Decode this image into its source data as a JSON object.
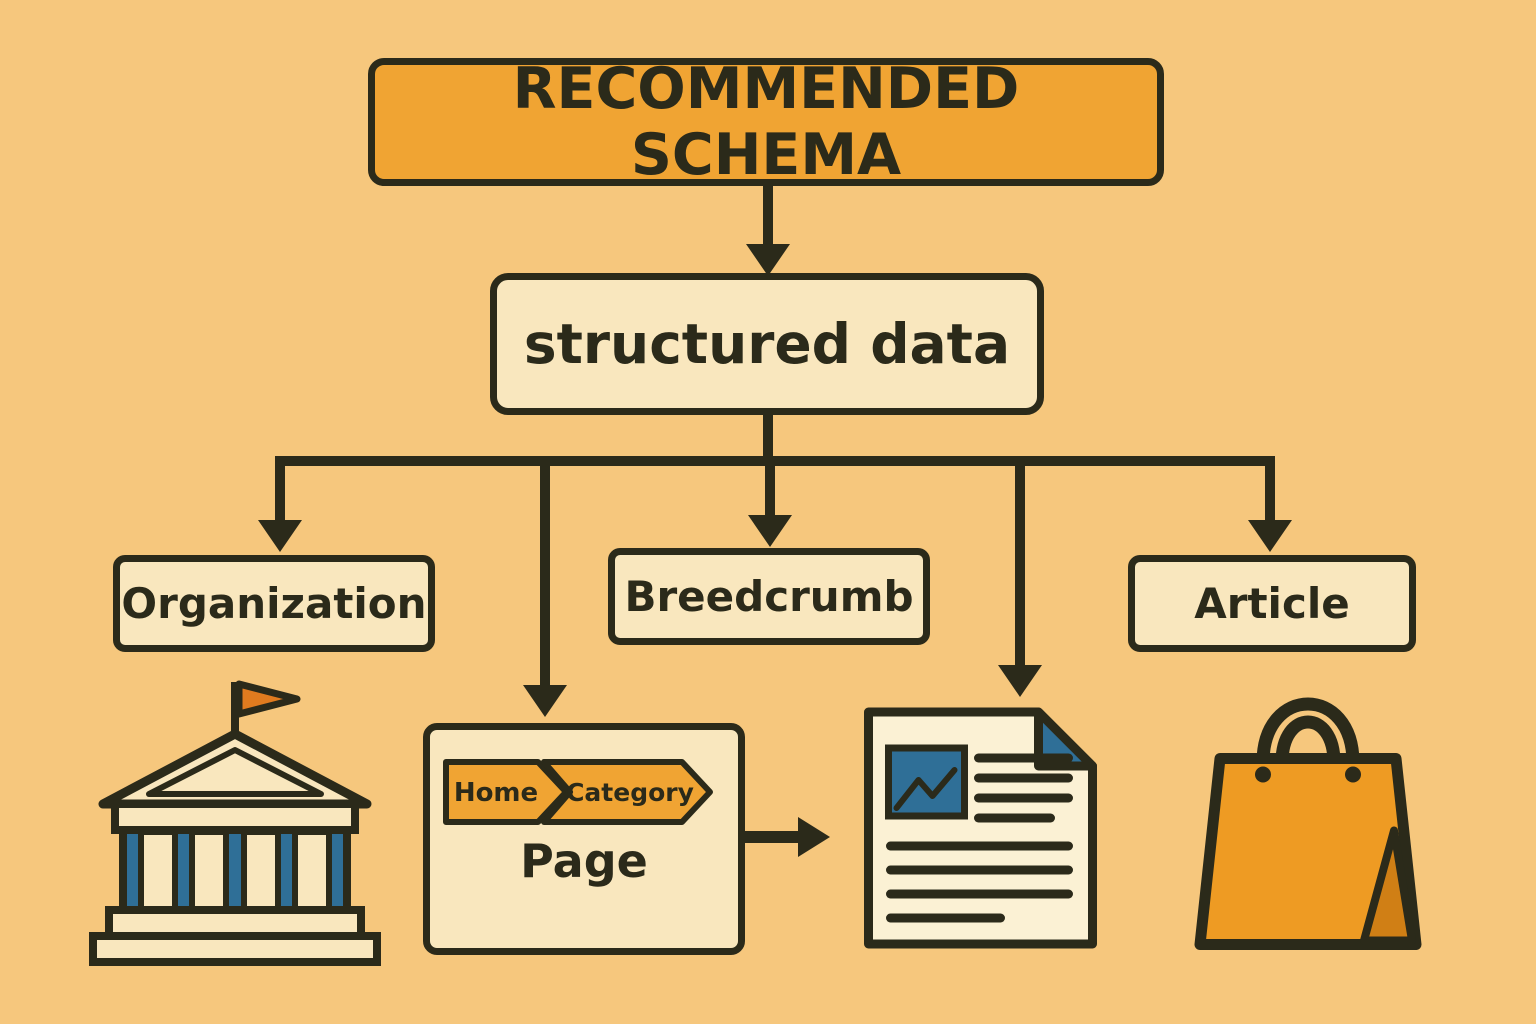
{
  "diagram": {
    "title": "RECOMMENDED SCHEMA",
    "root_label": "structured data",
    "branches": [
      {
        "label": "Organization"
      },
      {
        "label": "Breedcrumb"
      },
      {
        "label": "Article"
      }
    ],
    "breadcrumb_page": {
      "chips": [
        "Home",
        "Category"
      ],
      "label": "Page"
    },
    "icons": {
      "organization": "bank-building-icon",
      "breadcrumb": "breadcrumb-page-icon",
      "article": "article-document-icon",
      "product": "shopping-bag-icon"
    }
  },
  "colors": {
    "background": "#F6C77D",
    "outline": "#2B2A1A",
    "orange": "#F0A433",
    "cream": "#F9E7BE",
    "blue": "#2F6F97",
    "bag_orange": "#EE9B23",
    "bag_fold": "#D07F15",
    "page_cream": "#FBF1D4"
  }
}
